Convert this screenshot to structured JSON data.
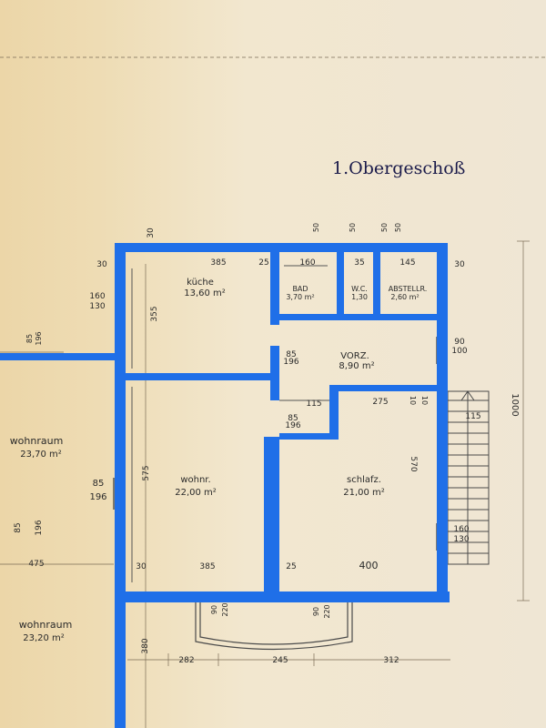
{
  "title": "1.Obergeschoß",
  "colors": {
    "wall": "#1f6fe8",
    "ink": "#2a2a2a",
    "paper": "#efe3c9"
  },
  "rooms": [
    {
      "name": "küche",
      "area": "13,60 m²"
    },
    {
      "name": "BAD",
      "area": "3,70 m²"
    },
    {
      "name": "W.C.",
      "area": "1,30"
    },
    {
      "name": "ABSTELLR.",
      "area": "2,60 m²"
    },
    {
      "name": "VORZ.",
      "area": "8,90 m²"
    },
    {
      "name": "wohnr.",
      "area": "22,00 m²"
    },
    {
      "name": "schlafz.",
      "area": "21,00 m²"
    },
    {
      "name": "wohnraum",
      "area": "23,70 m²"
    },
    {
      "name": "wohnraum",
      "area": "23,20 m²"
    }
  ],
  "dims": {
    "top_30": "30",
    "top_385": "385",
    "top_25": "25",
    "top_160": "160",
    "top_35": "35",
    "top_145": "145",
    "right_30": "30",
    "left_30": "30",
    "left_160": "160",
    "left_130": "130",
    "kueche_355": "355",
    "wohn_575": "575",
    "schlaf_570": "570",
    "wall_85a": "85",
    "wall_196a": "196",
    "wall_85b": "85",
    "wall_196b": "196",
    "wall_85c": "85",
    "wall_196c": "196",
    "wall_85d": "85",
    "wall_196d": "196",
    "vorz_115": "115",
    "vorz_10": "10",
    "vorz_275": "275",
    "vorz_10b": "10",
    "bot_30": "30",
    "bot_385": "385",
    "bot_25": "25",
    "bot_400": "400",
    "win_90a": "90",
    "win_220a": "220",
    "win_90b": "90",
    "win_220b": "220",
    "bot_282": "282",
    "bot_245": "245",
    "bot_312": "312",
    "bot_380": "380",
    "side_1000": "1000",
    "side_100": "100",
    "side_90": "90",
    "side_160": "160",
    "side_130": "130",
    "stair_115": "115",
    "left_475": "475",
    "left_85": "85",
    "left_196": "196",
    "v_50a": "50",
    "v_50b": "50",
    "v_50c": "50",
    "v_50d": "50"
  }
}
